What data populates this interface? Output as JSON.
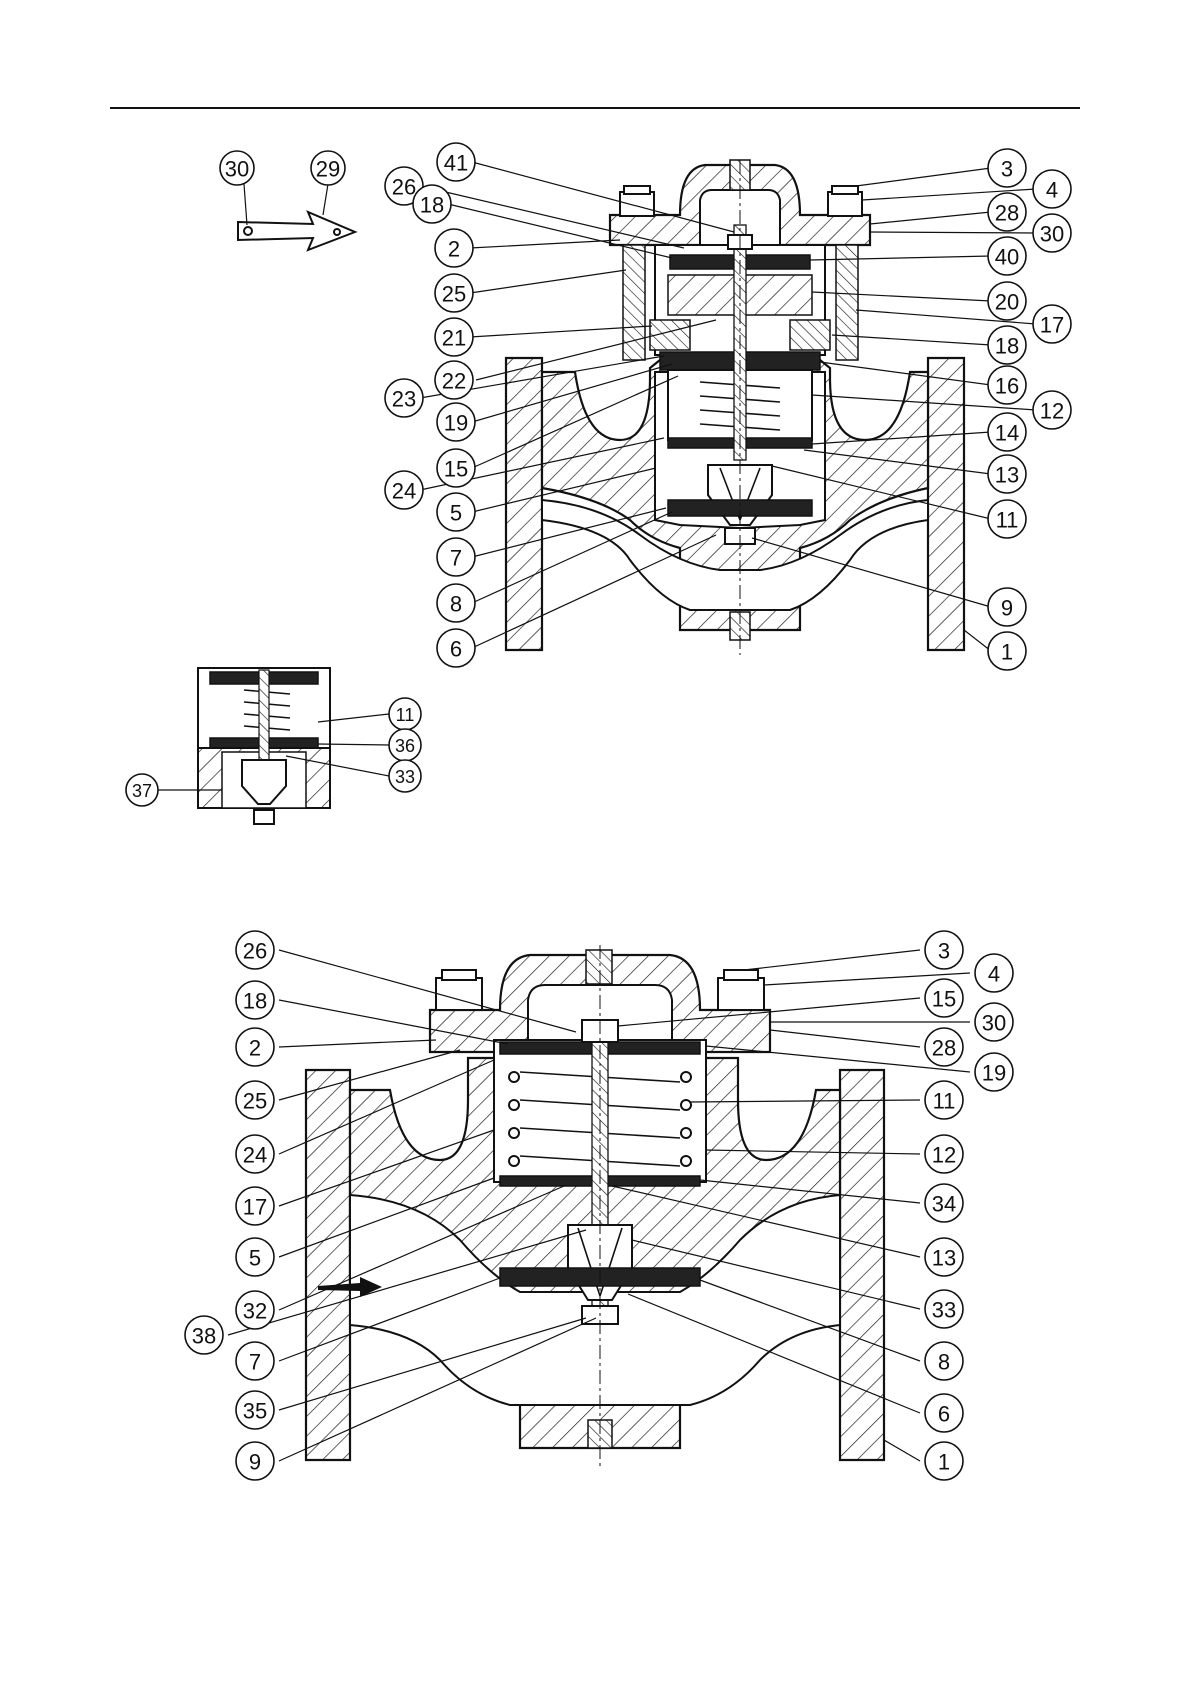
{
  "figure": {
    "type": "valve-sectional-drawing",
    "views": [
      {
        "id": "top-assembly",
        "callouts": [
          "41",
          "26",
          "18",
          "2",
          "25",
          "21",
          "22",
          "23",
          "19",
          "15",
          "24",
          "5",
          "7",
          "8",
          "6",
          "3",
          "4",
          "28",
          "30",
          "40",
          "20",
          "17",
          "18",
          "16",
          "12",
          "14",
          "13",
          "11",
          "9",
          "1"
        ]
      },
      {
        "id": "arrow-detail",
        "callouts": [
          "30",
          "29"
        ]
      },
      {
        "id": "cartridge-detail",
        "callouts": [
          "11",
          "36",
          "33",
          "37"
        ]
      },
      {
        "id": "bottom-assembly",
        "callouts": [
          "26",
          "18",
          "2",
          "25",
          "24",
          "17",
          "5",
          "32",
          "38",
          "7",
          "35",
          "9",
          "3",
          "4",
          "15",
          "30",
          "28",
          "19",
          "11",
          "12",
          "34",
          "13",
          "33",
          "8",
          "6",
          "1"
        ]
      }
    ]
  }
}
